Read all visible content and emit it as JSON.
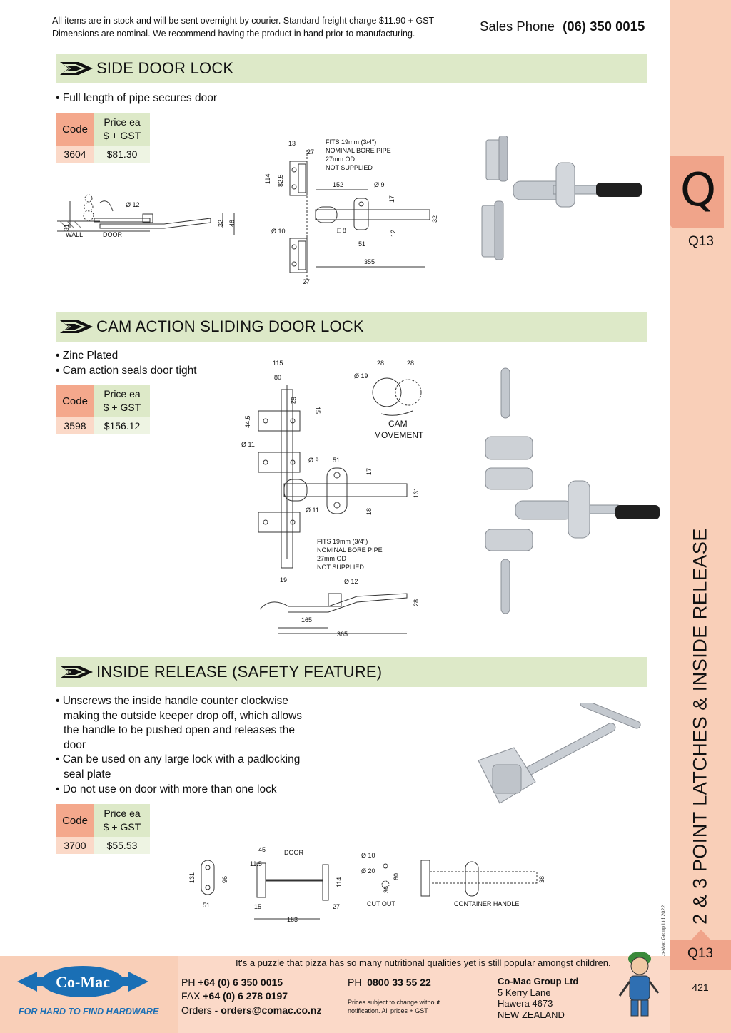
{
  "header": {
    "note_line1": "All items are in stock and will be sent overnight by courier. Standard freight charge $11.90 + GST",
    "note_line2": "Dimensions are nominal. We recommend having the product in hand prior to manufacturing.",
    "sales_label": "Sales Phone",
    "sales_phone": "(06) 350 0015"
  },
  "sidebar": {
    "letter": "Q",
    "code_top": "Q13",
    "title": "2 & 3 POINT LATCHES & INSIDE RELEASE",
    "copyright": "© Co-Mac Group Ltd 2022",
    "code_bottom": "Q13",
    "page_number": "421"
  },
  "table_headers": {
    "code": "Code",
    "price_line1": "Price ea",
    "price_line2": "$ + GST"
  },
  "sections": [
    {
      "title": "SIDE DOOR LOCK",
      "bullets": [
        "Full length of pipe secures door"
      ],
      "code": "3604",
      "price": "$81.30",
      "drawing_labels": {
        "fits1": "FITS 19mm (3/4\")",
        "fits2": "NOMINAL BORE PIPE",
        "fits3": "27mm OD",
        "fits4": "NOT SUPPLIED",
        "d13": "13",
        "d27a": "27",
        "d114": "114",
        "d825": "82.5",
        "d152": "152",
        "d9": "Ø 9",
        "d17": "17",
        "d32": "32",
        "d10": "Ø 10",
        "d8": "□ 8",
        "d12": "12",
        "d51": "51",
        "d355": "355",
        "d27b": "27",
        "s31": "31",
        "s12": "Ø 12",
        "s32": "32",
        "s48": "48",
        "wall": "WALL",
        "door": "DOOR"
      }
    },
    {
      "title": "CAM ACTION SLIDING DOOR LOCK",
      "bullets": [
        "Zinc Plated",
        "Cam action seals door tight"
      ],
      "code": "3598",
      "price": "$156.12",
      "drawing_labels": {
        "d115": "115",
        "d80": "80",
        "d62": "62",
        "d15": "15",
        "d445": "44.5",
        "d11a": "Ø 11",
        "d9": "Ø 9",
        "d51": "51",
        "d17": "17",
        "d131": "131",
        "d11b": "Ø 11",
        "d18": "18",
        "d19": "19",
        "fits1": "FITS 19mm (3/4\")",
        "fits2": "NOMINAL BORE PIPE",
        "fits3": "27mm OD",
        "fits4": "NOT SUPPLIED",
        "cam28a": "28",
        "cam28b": "28",
        "cam19": "Ø 19",
        "cam1": "CAM",
        "cam2": "MOVEMENT",
        "s12": "Ø 12",
        "s28": "28",
        "s165": "165",
        "s365": "365"
      }
    },
    {
      "title": "INSIDE RELEASE  (SAFETY FEATURE)",
      "bullets": [
        "Unscrews the inside handle counter clockwise making the outside keeper drop off, which allows the handle to be pushed open and releases the door",
        "Can be used on any large lock with a padlocking seal plate",
        "Do not use on door with more than one lock"
      ],
      "code": "3700",
      "price": "$55.53",
      "drawing_labels": {
        "d131": "131",
        "d96": "96",
        "d51": "51",
        "d45": "45",
        "door": "DOOR",
        "d115": "11.5",
        "d114": "114",
        "d15": "15",
        "d27": "27",
        "d163": "163",
        "c10": "Ø 10",
        "c20": "Ø 20",
        "c60": "60",
        "c36": "36",
        "cutout": "CUT OUT",
        "d38": "38",
        "container": "CONTAINER HANDLE"
      }
    }
  ],
  "footer": {
    "puzzle": "It's a puzzle that pizza has so many nutritional qualities yet is still popular amongst children.",
    "logo_text": "Co-Mac",
    "tagline": "FOR HARD TO FIND HARDWARE",
    "ph_label": "PH",
    "ph": "+64 (0) 6 350 0015",
    "fax_label": "FAX",
    "fax": "+64 (0) 6 278 0197",
    "orders_label": "Orders -",
    "orders": "orders@comac.co.nz",
    "ph2_label": "PH",
    "ph2": "0800 33 55 22",
    "prices_note1": "Prices subject to change without",
    "prices_note2": "notification. All prices + GST",
    "company": "Co-Mac Group Ltd",
    "addr1": "5 Kerry Lane",
    "addr2": "Hawera 4673",
    "addr3": "NEW ZEALAND"
  },
  "colors": {
    "section_bar": "#dde9c8",
    "sidebar": "#f9cfb8",
    "tab": "#f0a48a",
    "code_header": "#f4a88c",
    "logo_blue": "#1a6fb5"
  }
}
